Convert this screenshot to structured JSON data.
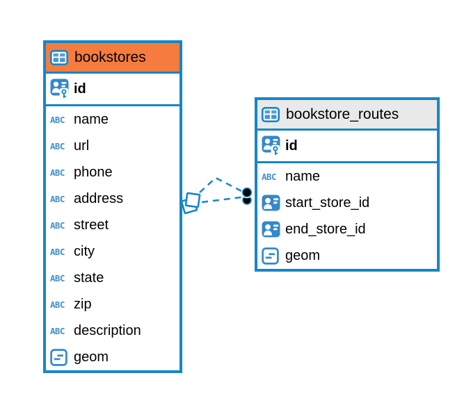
{
  "diagram": {
    "background": "#ffffff",
    "colors": {
      "table_border": "#1586c9",
      "bookstores_header": "#f57c3e",
      "routes_header": "#e9e9e9",
      "icon_blue": "#3389c9",
      "text": "#000000",
      "connector_line": "#1f8ac9",
      "connector_dot": "#000000"
    },
    "tables": [
      {
        "name": "bookstores",
        "header_icon": "table-icon",
        "header_color": "#f57c3e",
        "columns": [
          {
            "name": "id",
            "icon": "primary-key-person",
            "primary_key": true
          },
          {
            "name": "name",
            "icon": "abc"
          },
          {
            "name": "url",
            "icon": "abc"
          },
          {
            "name": "phone",
            "icon": "abc"
          },
          {
            "name": "address",
            "icon": "abc"
          },
          {
            "name": "street",
            "icon": "abc"
          },
          {
            "name": "city",
            "icon": "abc"
          },
          {
            "name": "state",
            "icon": "abc"
          },
          {
            "name": "zip",
            "icon": "abc"
          },
          {
            "name": "description",
            "icon": "abc"
          },
          {
            "name": "geom",
            "icon": "geometry"
          }
        ]
      },
      {
        "name": "bookstore_routes",
        "header_icon": "table-icon",
        "header_color": "#e9e9e9",
        "columns": [
          {
            "name": "id",
            "icon": "primary-key-person",
            "primary_key": true
          },
          {
            "name": "name",
            "icon": "abc"
          },
          {
            "name": "start_store_id",
            "icon": "person-reference"
          },
          {
            "name": "end_store_id",
            "icon": "person-reference"
          },
          {
            "name": "geom",
            "icon": "geometry"
          }
        ]
      }
    ],
    "relationships": [
      {
        "from_table": "bookstores",
        "to_table": "bookstore_routes",
        "style": "dashed",
        "line_count": 2
      }
    ]
  }
}
